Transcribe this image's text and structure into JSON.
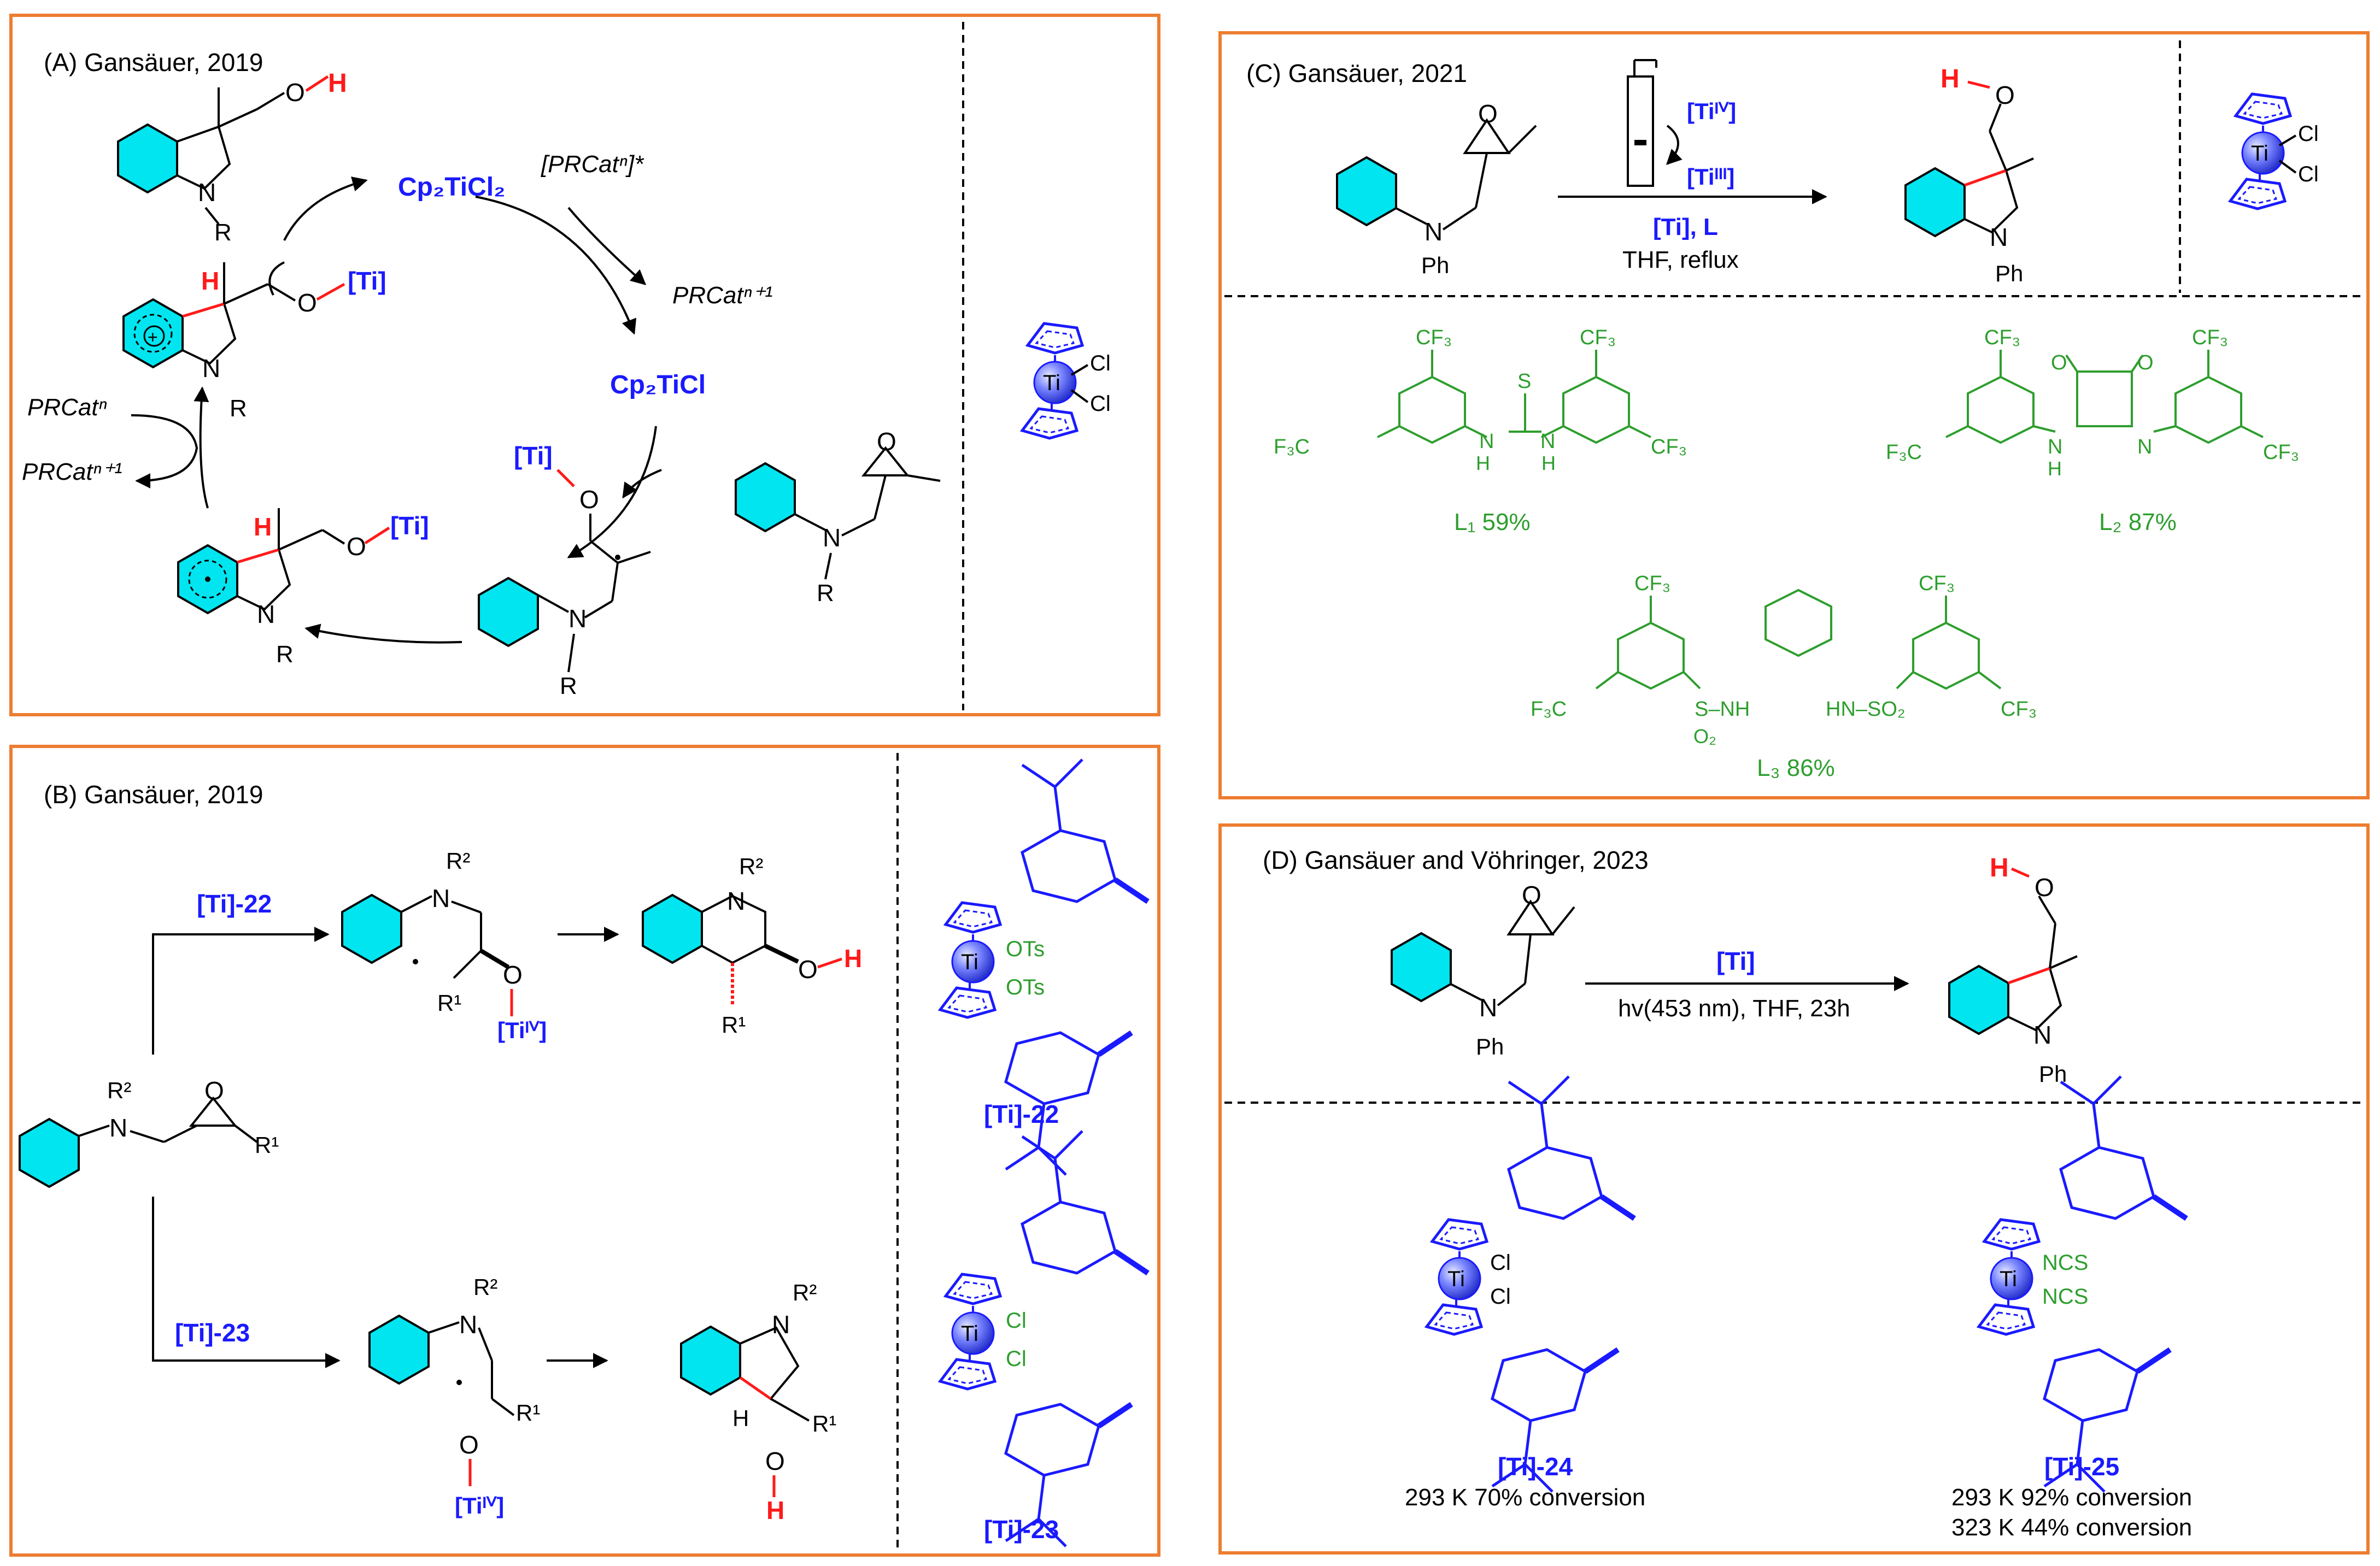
{
  "colors": {
    "frame": "#ed7d31",
    "ring": "#00e5f0",
    "titanium_label": "#1a1aff",
    "ligand": "#2e9e2e",
    "hydrogen_bond": "#ff1a1a"
  },
  "icons": [
    "cyclohexane-ring-icon",
    "benzene-ring-icon",
    "titanocene-icon",
    "electrode-icon",
    "reaction-arrow-icon"
  ],
  "panel_a": {
    "title": "(A)  Gansäuer, 2019",
    "cp2ticl2": "Cp₂TiCl₂",
    "prcat_excited": "[PRCatⁿ]*",
    "prcat_n1_out": "PRCatⁿ⁺¹",
    "cp2ticl": "Cp₂TiCl",
    "prcat_n": "PRCatⁿ",
    "prcat_n1_in": "PRCatⁿ⁺¹",
    "ti_ox": "[Ti]",
    "ti_ox2": "[Ti]",
    "ti_ox3": "[Ti]",
    "oh_o": "O",
    "oh_h": "H",
    "n_label": "N",
    "r_label": "R",
    "cation_h": "H",
    "radical_h": "H",
    "cp_cl1": "Cl",
    "cp_cl2": "Cl",
    "cp_ti": "Ti"
  },
  "panel_b": {
    "title": "(B)  Gansäuer, 2019",
    "reagent_top": "[Ti]-22",
    "reagent_bottom": "[Ti]-23",
    "r2": "R²",
    "r1": "R¹",
    "ti_iv_top": "[Tiᴵⱽ]",
    "ti_iv_bottom": "[Tiᴵⱽ]",
    "oh_top": "H",
    "oh_bottom": "H",
    "catalyst_22": "[Ti]-22",
    "catalyst_23": "[Ti]-23",
    "ots1": "OTs",
    "ots2": "OTs",
    "cl1": "Cl",
    "cl2": "Cl",
    "ti22": "Ti",
    "ti23": "Ti"
  },
  "panel_c": {
    "title": "(C)  Gansäuer, 2021",
    "ti_iv": "[Tiᴵⱽ]",
    "ti_iii": "[Tiᴵᴵᴵ]",
    "conditions_1": "[Ti], L",
    "conditions_2": "THF,  reflux",
    "ph_sm": "Ph",
    "ph_prod": "Ph",
    "oh_h": "H",
    "cl1": "Cl",
    "cl2": "Cl",
    "ti": "Ti",
    "l1": "L₁ 59%",
    "l2": "L₂  87%",
    "l3": "L₃ 86%",
    "cf3": "CF₃",
    "f3c": "F₃C"
  },
  "panel_d": {
    "title": "(D)  Gansäuer and Vöhringer, 2023",
    "reagent": "[Ti]",
    "conditions": "hv(453 nm), THF, 23h",
    "ph_sm": "Ph",
    "ph_prod": "Ph",
    "oh_h": "H",
    "catalyst_24": "[Ti]-24",
    "catalyst_24_result": "293 K 70% conversion",
    "catalyst_25": "[Ti]-25",
    "catalyst_25_result_1": "293 K 92% conversion",
    "catalyst_25_result_2": "323 K 44% conversion",
    "cl1": "Cl",
    "cl2": "Cl",
    "ncs1": "NCS",
    "ncs2": "NCS",
    "ti24": "Ti",
    "ti25": "Ti"
  }
}
